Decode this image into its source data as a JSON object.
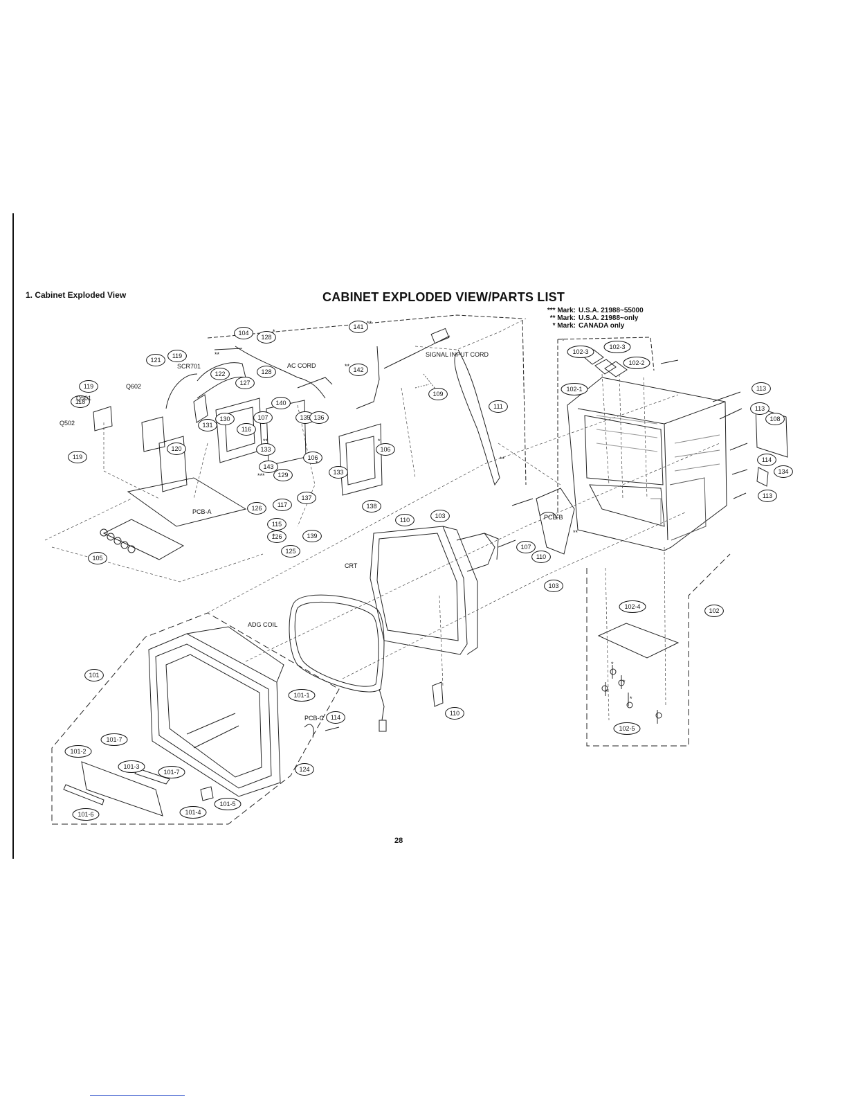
{
  "section_title": "1. Cabinet Exploded View",
  "main_title": "CABINET EXPLODED VIEW/PARTS LIST",
  "legend": [
    {
      "mark": "*** Mark:",
      "text": "U.S.A. 21988~55000"
    },
    {
      "mark": "** Mark:",
      "text": "U.S.A. 21988~only"
    },
    {
      "mark": "* Mark:",
      "text": "CANADA only"
    }
  ],
  "page_number": "28",
  "callouts": [
    "141",
    "104",
    "128",
    "128",
    "127",
    "140",
    "107",
    "135",
    "136",
    "142",
    "109",
    "111",
    "121",
    "119",
    "119",
    "118",
    "119",
    "122",
    "120",
    "131",
    "130",
    "116",
    "133",
    "106",
    "106",
    "133",
    "143",
    "129",
    "117",
    "137",
    "138",
    "126",
    "115",
    "126",
    "125",
    "139",
    "105",
    "103",
    "110",
    "107",
    "110",
    "103",
    "101",
    "101-1",
    "101-7",
    "101-2",
    "101-3",
    "101-7",
    "101-6",
    "101-4",
    "101-5",
    "114",
    "124",
    "110",
    "102-3",
    "102-3",
    "102-2",
    "102-1",
    "113",
    "113",
    "108",
    "114",
    "134",
    "113",
    "102-4",
    "102",
    "102-5"
  ],
  "text_labels": [
    "SCR701",
    "AC CORD",
    "SIGNAL INPUT CORD",
    "Q602",
    "Q501",
    "Q502",
    "PCB-A",
    "PCB-B",
    "PCB-C",
    "CRT",
    "ADG COIL"
  ],
  "star_marks": [
    "**",
    "**",
    "*",
    "**",
    "*",
    "**",
    "*",
    "**",
    "***",
    "*",
    "*",
    "**",
    "*",
    "*",
    "*",
    "*"
  ]
}
